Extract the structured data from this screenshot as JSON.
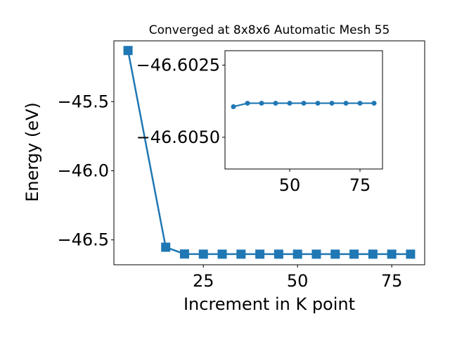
{
  "chart_data": [
    {
      "type": "line",
      "title": "Converged at 8x8x6 Automatic Mesh 55",
      "xlabel": "Increment in K point",
      "ylabel": "Energy (eV)",
      "marker": "square",
      "color": "#1f77b4",
      "grid": false,
      "xlim": [
        1.25,
        83.75
      ],
      "ylim": [
        -46.68,
        -45.06
      ],
      "xticks": [
        25,
        50,
        75
      ],
      "xtick_labels": [
        "25",
        "50",
        "75"
      ],
      "yticks": [
        -45.5,
        -46.0,
        -46.5
      ],
      "ytick_labels": [
        "−45.5",
        "−46.0",
        "−46.5"
      ],
      "series": [
        {
          "x": [
            5,
            15,
            20,
            25,
            30,
            35,
            40,
            45,
            50,
            55,
            60,
            65,
            70,
            75,
            80
          ],
          "y": [
            -45.13,
            -46.553,
            -46.602,
            -46.6032,
            -46.6032,
            -46.6032,
            -46.6032,
            -46.6032,
            -46.6032,
            -46.6032,
            -46.6032,
            -46.6032,
            -46.6032,
            -46.6032,
            -46.6032
          ]
        }
      ]
    },
    {
      "type": "line",
      "title": "",
      "xlabel": "",
      "ylabel": "",
      "marker": "circle",
      "color": "#1f77b4",
      "grid": false,
      "xlim": [
        27,
        83
      ],
      "ylim": [
        -46.6061,
        -46.602
      ],
      "xticks": [
        50,
        75
      ],
      "xtick_labels": [
        "50",
        "75"
      ],
      "yticks": [
        -46.605,
        -46.6025
      ],
      "ytick_labels": [
        "−46.6050",
        "−46.6025"
      ],
      "series": [
        {
          "x": [
            30,
            35,
            40,
            45,
            50,
            55,
            60,
            65,
            70,
            75,
            80
          ],
          "y": [
            -46.60394,
            -46.60382,
            -46.60382,
            -46.60382,
            -46.60382,
            -46.60382,
            -46.60382,
            -46.60382,
            -46.60382,
            -46.60382,
            -46.60382
          ]
        }
      ]
    }
  ]
}
